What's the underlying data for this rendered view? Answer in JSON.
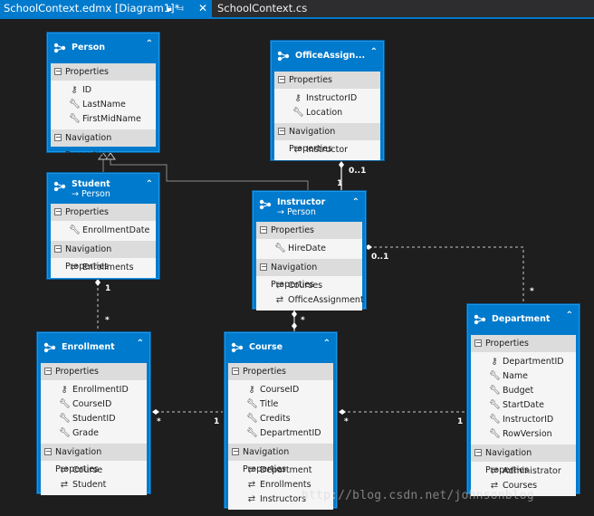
{
  "tabs": [
    {
      "label": "SchoolContext.edmx [Diagram1]*"
    },
    {
      "label": "SchoolContext.cs"
    }
  ],
  "icons": {
    "pin": "pin-icon",
    "lock": "lock-icon",
    "close": "close-icon"
  },
  "colors": {
    "accent": "#007acc",
    "background": "#1e1e1e"
  },
  "entities": {
    "person": {
      "name": "Person",
      "sections": {
        "properties": "Properties",
        "navigation": "Navigation Properties"
      },
      "properties": [
        "ID",
        "LastName",
        "FirstMidName"
      ],
      "navigation": []
    },
    "office": {
      "name": "OfficeAssign...",
      "sections": {
        "properties": "Properties",
        "navigation": "Navigation Properties"
      },
      "properties": [
        "InstructorID",
        "Location"
      ],
      "navigation": [
        "Instructor"
      ]
    },
    "student": {
      "name": "Student",
      "base": "Person",
      "sections": {
        "properties": "Properties",
        "navigation": "Navigation Properties"
      },
      "properties": [
        "EnrollmentDate"
      ],
      "navigation": [
        "Enrollments"
      ]
    },
    "instructor": {
      "name": "Instructor",
      "base": "Person",
      "sections": {
        "properties": "Properties",
        "navigation": "Navigation Properties"
      },
      "properties": [
        "HireDate"
      ],
      "navigation": [
        "Courses",
        "OfficeAssignment"
      ]
    },
    "enrollment": {
      "name": "Enrollment",
      "sections": {
        "properties": "Properties",
        "navigation": "Navigation Properties"
      },
      "properties": [
        "EnrollmentID",
        "CourseID",
        "StudentID",
        "Grade"
      ],
      "navigation": [
        "Course",
        "Student"
      ]
    },
    "course": {
      "name": "Course",
      "sections": {
        "properties": "Properties",
        "navigation": "Navigation Properties"
      },
      "properties": [
        "CourseID",
        "Title",
        "Credits",
        "DepartmentID"
      ],
      "navigation": [
        "Department",
        "Enrollments",
        "Instructors"
      ]
    },
    "department": {
      "name": "Department",
      "sections": {
        "properties": "Properties",
        "navigation": "Navigation Properties"
      },
      "properties": [
        "DepartmentID",
        "Name",
        "Budget",
        "StartDate",
        "InstructorID",
        "RowVersion"
      ],
      "navigation": [
        "Administrator",
        "Courses"
      ]
    }
  },
  "multiplicities": {
    "office_instructor_top": "0..1",
    "office_instructor_bottom": "1",
    "instructor_department_left": "0..1",
    "instructor_department_right": "*",
    "student_enrollment_top": "1",
    "student_enrollment_bottom": "*",
    "instructor_course_bottom": "*",
    "enrollment_course_left": "*",
    "enrollment_course_right": "1",
    "course_department_left": "*",
    "course_department_right": "1"
  },
  "watermark": "http://blog.csdn.net/johnsonblog"
}
